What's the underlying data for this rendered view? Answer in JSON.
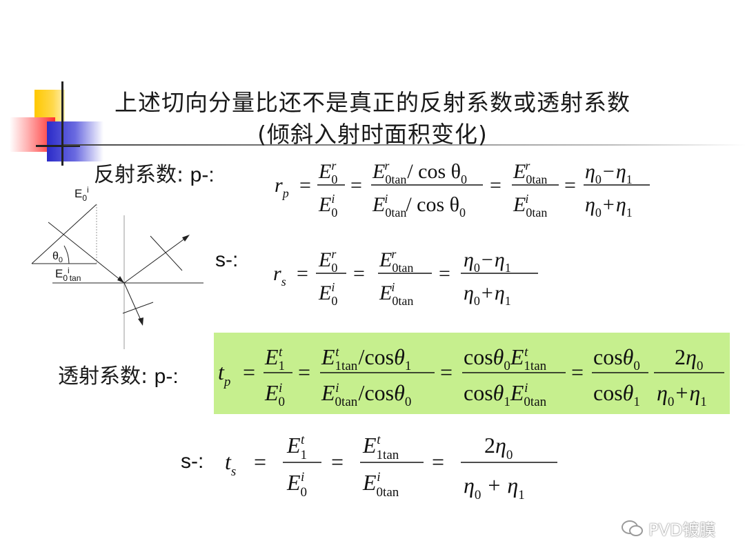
{
  "title": {
    "line1": "上述切向分量比还不是真正的反射系数或透射系数",
    "line2": "(倾斜入射时面积变化)"
  },
  "reflection": {
    "label": "反射系数:",
    "p_label": "p-:",
    "s_label": "s-:"
  },
  "transmission": {
    "label": "透射系数:",
    "p_label": "p-:",
    "s_label": "s-:"
  },
  "diagram": {
    "e0i": "E",
    "e0i_sub": "0",
    "e0i_sup": "i",
    "theta": "θ",
    "theta_sub": "0",
    "e0itan": "E",
    "e0itan_sub": "0",
    "e0itan_sup": "i",
    "e0itan_sub2": "tan"
  },
  "formula_text": {
    "rp_lhs": "r",
    "rp_sub": "p",
    "rs_lhs": "r",
    "rs_sub": "s",
    "tp_lhs": "t",
    "tp_sub": "p",
    "ts_lhs": "t",
    "ts_sub": "s",
    "E": "E",
    "zero": "0",
    "one": "1",
    "r": "r",
    "i": "i",
    "t": "t",
    "tan": "tan",
    "zero_tan": "0tan",
    "one_tan": "1tan",
    "slash_cos_theta0": "/ cos θ",
    "slash_cos": "/cos",
    "cos": "cos",
    "theta": "θ",
    "eta": "η",
    "eta0_minus_eta1": "η",
    "minus": "−",
    "plus": "+",
    "equals": "=",
    "two": "2"
  },
  "colors": {
    "highlight": "#c6ef8e",
    "logo_yellow": "#ffcc00",
    "logo_red": "#ff3333",
    "logo_blue": "#3333cc"
  },
  "watermark": "PVD镀膜"
}
